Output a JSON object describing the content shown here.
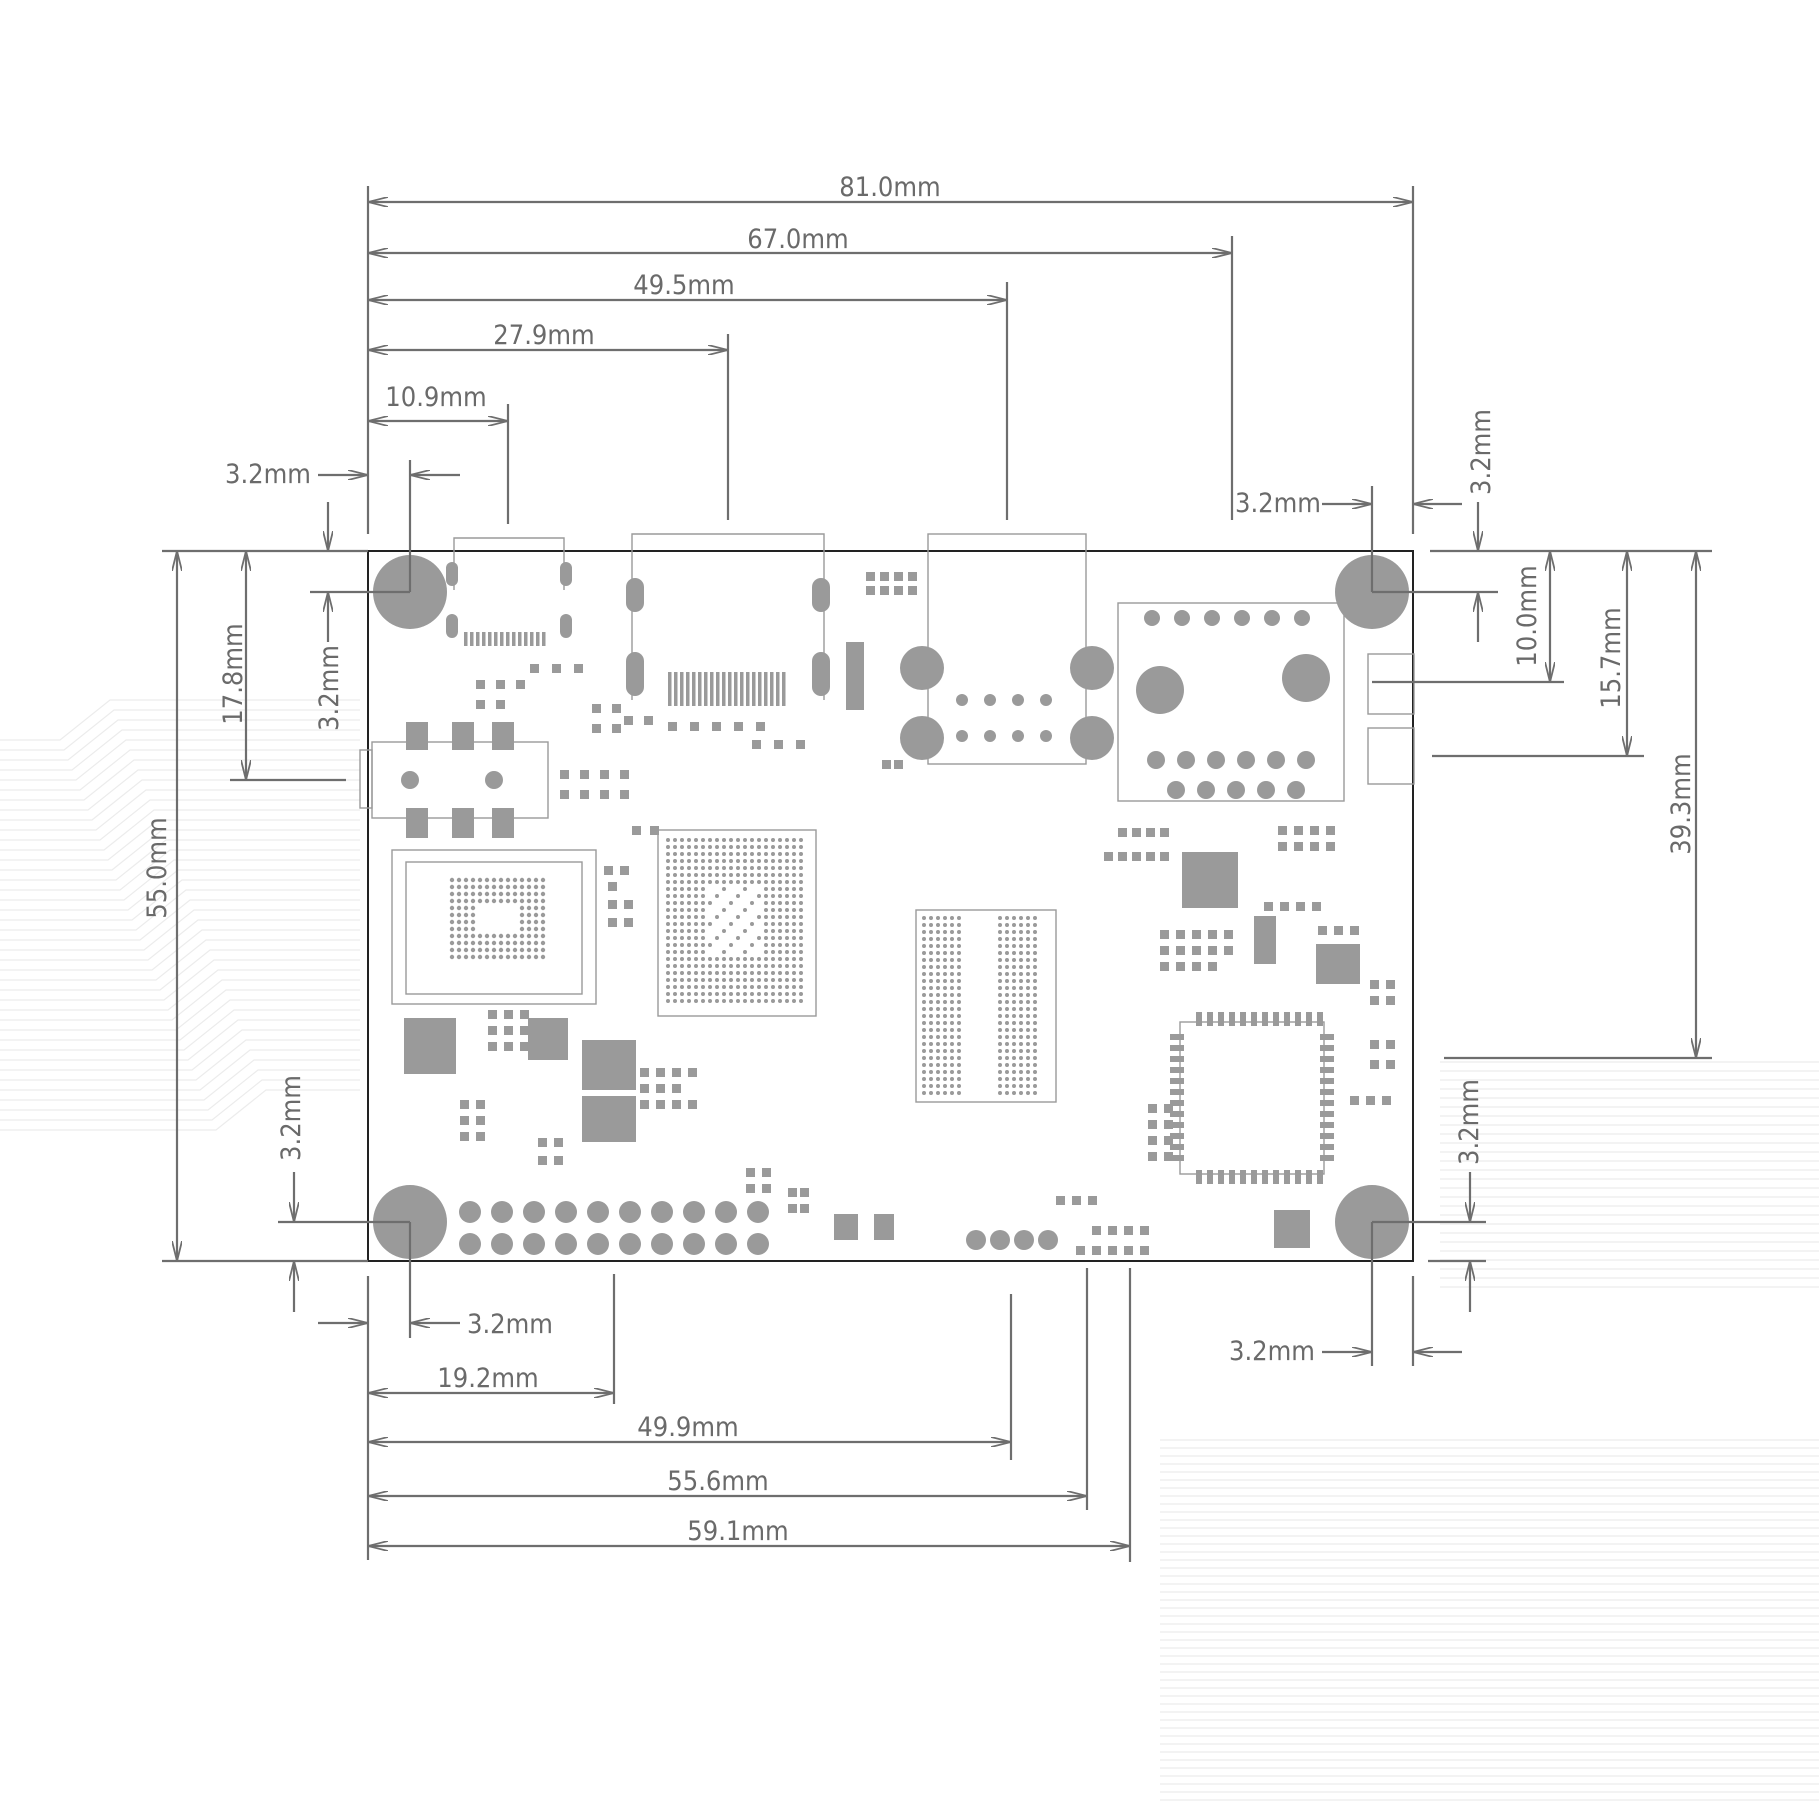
{
  "units": "mm",
  "board": {
    "width": "81.0mm",
    "height": "55.0mm"
  },
  "dimensions": {
    "top": [
      {
        "id": "top-81",
        "label": "81.0mm"
      },
      {
        "id": "top-67",
        "label": "67.0mm"
      },
      {
        "id": "top-495",
        "label": "49.5mm"
      },
      {
        "id": "top-279",
        "label": "27.9mm"
      },
      {
        "id": "top-109",
        "label": "10.9mm"
      }
    ],
    "bottom": [
      {
        "id": "bottom-192",
        "label": "19.2mm"
      },
      {
        "id": "bottom-499",
        "label": "49.9mm"
      },
      {
        "id": "bottom-556",
        "label": "55.6mm"
      },
      {
        "id": "bottom-591",
        "label": "59.1mm"
      }
    ],
    "left": [
      {
        "id": "left-55",
        "label": "55.0mm"
      },
      {
        "id": "left-178",
        "label": "17.8mm"
      },
      {
        "id": "left-32-top",
        "label": "3.2mm"
      },
      {
        "id": "left-32-bottom",
        "label": "3.2mm"
      }
    ],
    "right": [
      {
        "id": "right-393",
        "label": "39.3mm"
      },
      {
        "id": "right-157",
        "label": "15.7mm"
      },
      {
        "id": "right-100",
        "label": "10.0mm"
      },
      {
        "id": "right-32-top",
        "label": "3.2mm"
      },
      {
        "id": "right-32-bottom",
        "label": "3.2mm"
      }
    ],
    "hole_offsets": [
      {
        "id": "hole-tl-x",
        "label": "3.2mm"
      },
      {
        "id": "hole-tr-x",
        "label": "3.2mm"
      },
      {
        "id": "hole-bl-x",
        "label": "3.2mm"
      },
      {
        "id": "hole-br-x",
        "label": "3.2mm"
      }
    ]
  }
}
